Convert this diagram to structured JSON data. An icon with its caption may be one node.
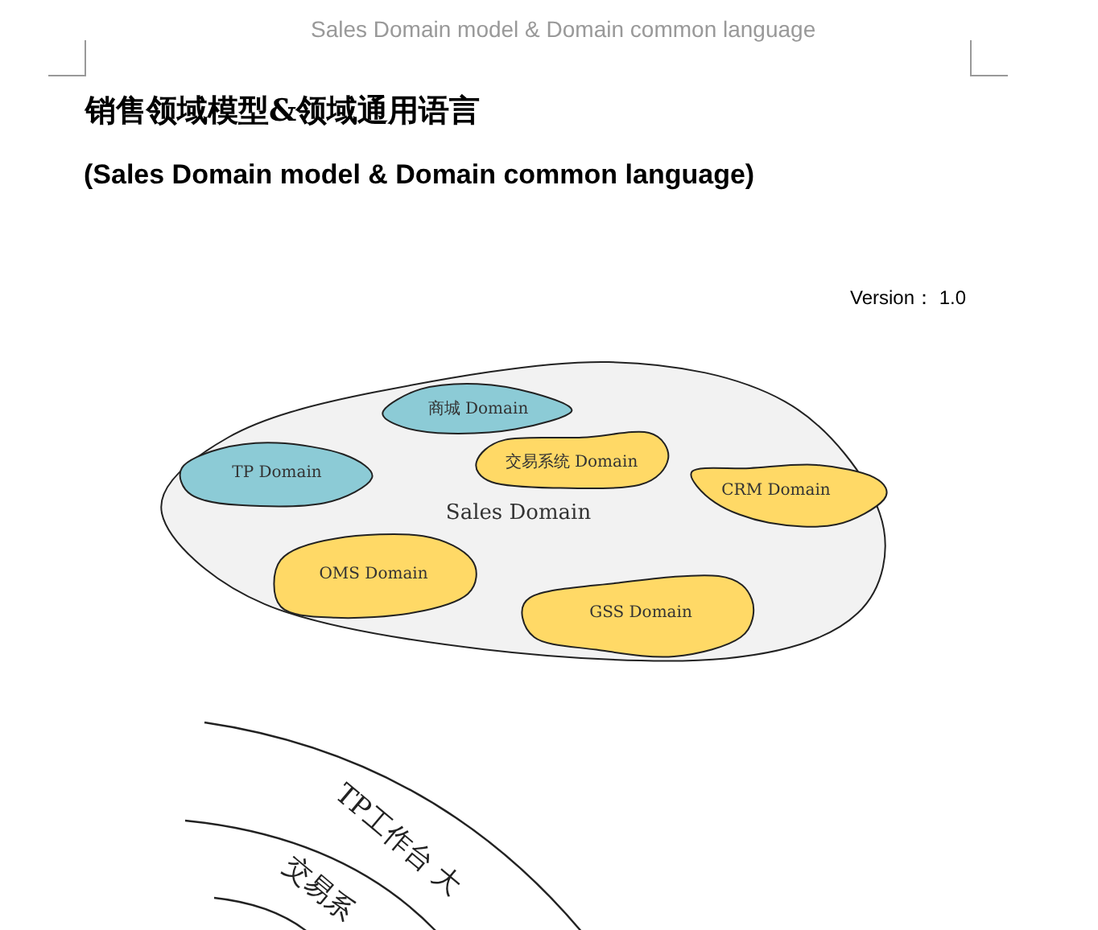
{
  "diagram": {
    "title": "销售领域模型&领域通用语言",
    "nodes": [
      {
        "text": [
          "Sales Domain"
        ]
      },
      {
        "text": [
          "商城 Domain"
        ],
        "in": 0
      },
      {
        "text": [
          "TP Domain"
        ],
        "in": 0
      },
      {
        "text": [
          "交易系统 Domain"
        ],
        "in": 0
      },
      {
        "text": [
          "CRM Domain"
        ],
        "in": 0
      },
      {
        "text": [
          "OMS Domain"
        ],
        "in": 0
      },
      {
        "text": [
          "GSS Domain"
        ],
        "in": 0
      }
    ],
    "edges": [],
    "labels": [
      "Sales Domain model & Domain common language",
      "(Sales Domain model & Domain common language)",
      "Version： 1.0",
      "TP工作台 大",
      "交易系"
    ]
  }
}
